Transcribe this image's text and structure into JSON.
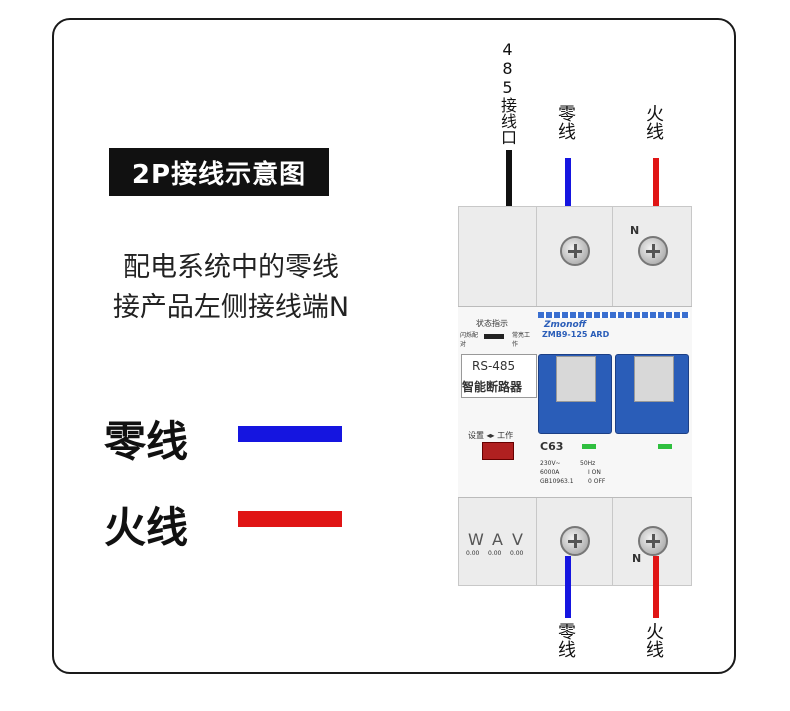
{
  "title": "2P接线示意图",
  "description": [
    "配电系统中的零线",
    "接产品左侧接线端N"
  ],
  "legend": [
    {
      "label": "零线",
      "color": "#1515e0"
    },
    {
      "label": "火线",
      "color": "#e01515"
    }
  ],
  "wire_labels": {
    "rs485": "485接线口",
    "neutral_top": "零线",
    "live_top": "火线",
    "neutral_bottom": "零线",
    "live_bottom": "火线"
  },
  "terminal_labels": {
    "n_top": "N",
    "n_bottom": "N"
  },
  "device": {
    "status_title": "状态指示",
    "status_left": "闪烁配对",
    "status_right": "常亮工作",
    "model_label": "RS-485",
    "name_label": "智能断路器",
    "settings": "设置 ◂▸ 工作",
    "brand": "Zmonoff",
    "model": "ZMB9-125 ARD",
    "rating": "C63",
    "voltage": "230V~",
    "capacity": "6000A",
    "standard": "GB10963.1",
    "frequency": "50Hz",
    "on_label": "I ON",
    "off_label": "0 OFF",
    "meters": [
      {
        "unit": "W",
        "value": "0.00"
      },
      {
        "unit": "A",
        "value": "0.00"
      },
      {
        "unit": "V",
        "value": "0.00"
      }
    ]
  },
  "colors": {
    "neutral": "#1515e0",
    "live": "#e01515",
    "rs485": "#111111",
    "breaker_blue": "#2a5db8"
  }
}
